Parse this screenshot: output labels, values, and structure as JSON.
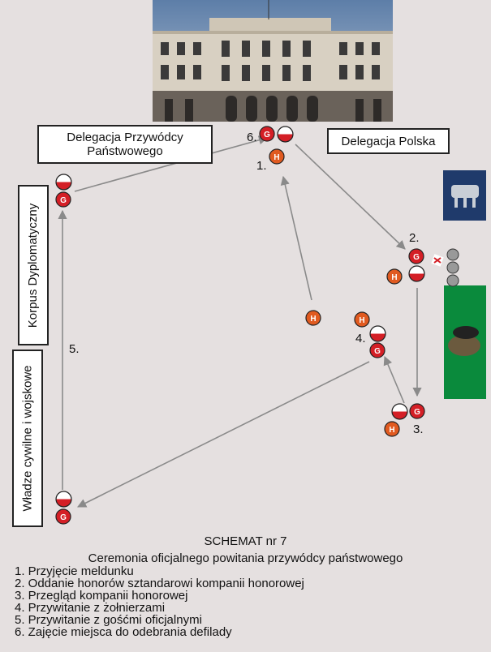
{
  "labels": {
    "delegacja_przywodcy": "Delegacja Przywódcy Państwowego",
    "delegacja_polska": "Delegacja Polska",
    "korpus": "Korpus Dyplomatyczny",
    "wladze": "Władze cywilne i wojskowe"
  },
  "step_numbers": {
    "s1": "1.",
    "s2": "2.",
    "s3": "3.",
    "s4": "4.",
    "s5": "5.",
    "s6": "6."
  },
  "marker_letters": {
    "general": "G",
    "host": "H"
  },
  "caption": {
    "title": "SCHEMAT nr 7",
    "subtitle": "Ceremonia oficjalnego powitania przywódcy państwowego"
  },
  "legend": [
    "1. Przyjęcie meldunku",
    "2. Oddanie honorów sztandarowi kompanii honorowej",
    "3. Przegląd kompanii honorowej",
    "4. Przywitanie z żołnierzami",
    "5. Przywitanie z gośćmi oficjalnymi",
    "6. Zajęcie miejsca do odebrania defilady"
  ],
  "colors": {
    "background": "#e5e0e0",
    "marker_orange": "#e05a20",
    "marker_red": "#d41f26",
    "arrow": "#8a8a8a",
    "honor_guard_green": "#0a8a3c",
    "flag_panel_navy": "#1f3a6b"
  }
}
